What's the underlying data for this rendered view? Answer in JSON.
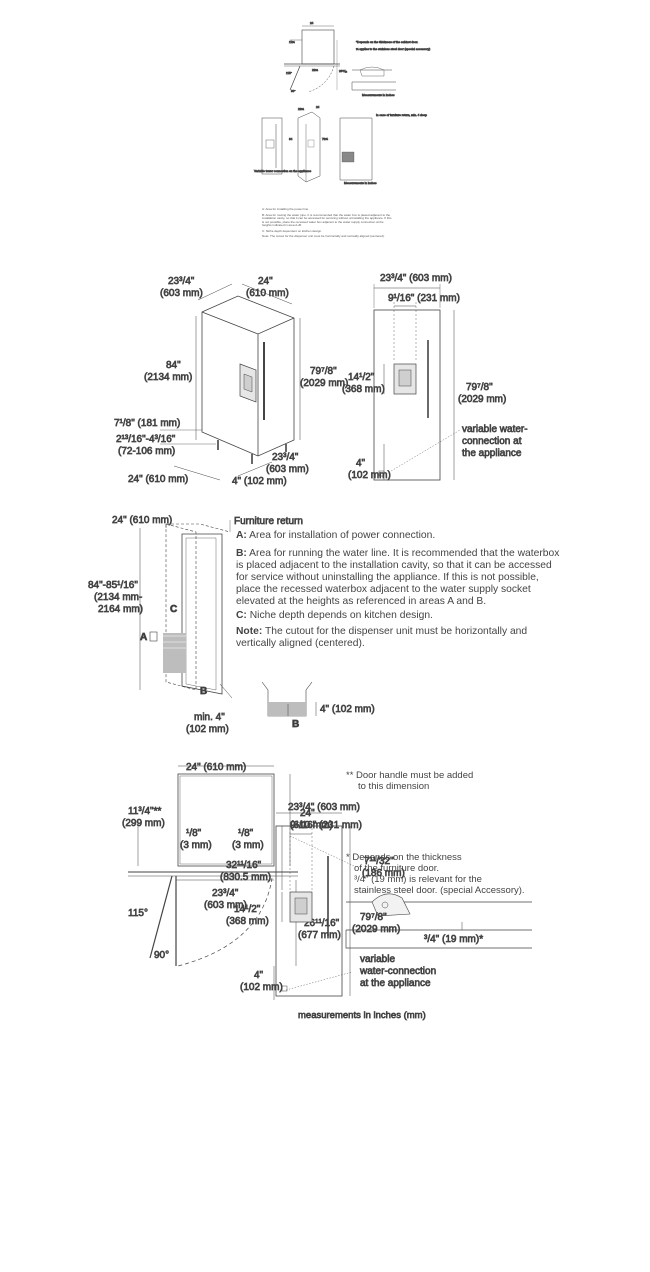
{
  "thumb_top": {
    "labels": [
      "24",
      "11¾",
      "23¾",
      "26¹¹⁄₁₆",
      "115°",
      "90°"
    ],
    "notes": [
      "*Depends on the thickness of the cabinet door.",
      "¾ applies to the stainless steel door (special accessory)",
      "Measurements in inches"
    ]
  },
  "thumb_mid": {
    "labels": [
      "23¾",
      "24",
      "84",
      "79⅞",
      "14½",
      "7⅛",
      "2¹³⁄₁₆-4³⁄₁₆",
      "4"
    ],
    "caption_left": "Variable water connection on the appliance",
    "caption_right": "Measurements in inches",
    "note_right": "In case of furniture return, min. 4 deep"
  },
  "small_notes": {
    "a": "A: Area for installing the power line.",
    "b": "B: Area for routing the water pipe. It is recommended that the water box is placed adjacent to the installation cavity, so that it can be accessed for servicing without uninstalling the appliance. If this is not possible, place the recessed water box adjacent to the water supply connection at the heights indicated in area A+B.",
    "c": "C: Niche depth dependent on kitchen design.",
    "note": "Note: The cutout for the dispenser unit must be horizontally and vertically aligned (centered)."
  },
  "fig1": {
    "depth": [
      "23³/4\"",
      "(603 mm)"
    ],
    "width": [
      "24\"",
      "(610 mm)"
    ],
    "height": [
      "84\"",
      "(2134 mm)"
    ],
    "body_height": [
      "79⁷/8\"",
      "(2029 mm)"
    ],
    "toe": "7¹/8\" (181 mm)",
    "leg": [
      "2¹³/16\"-4³/16\"",
      "(72-106 mm)"
    ],
    "bottom_width": "24\" (610 mm)",
    "bottom_depth": [
      "23³/4\"",
      "(603 mm)"
    ],
    "bottom_gap": "4\" (102 mm)"
  },
  "fig2": {
    "width": "23³/4\" (603 mm)",
    "offset": "9¹/16\" (231 mm)",
    "dispenser": [
      "14¹/2\"",
      "(368 mm)"
    ],
    "height": [
      "79⁷/8\"",
      "(2029 mm)"
    ],
    "water": [
      "variable water-",
      "connection at",
      "the appliance"
    ],
    "bottom": [
      "4\"",
      "(102 mm)"
    ]
  },
  "fig3": {
    "width": "24\" (610 mm)",
    "furniture_return": "Furniture return",
    "height": [
      "84\"-85¹/16\"",
      "(2134 mm-",
      "2164 mm)"
    ],
    "c": "C",
    "a": "A",
    "b": "B",
    "min": [
      "min. 4\"",
      "(102 mm)"
    ],
    "box_depth": "4\" (102 mm)",
    "box_b": "B"
  },
  "notes": {
    "a_label": "A:",
    "a_text": " Area for installation of power connection.",
    "b_label": "B:",
    "b_text": " Area for running the water line. It is recommended that the waterbox is placed adjacent to the installation cavity, so that it can be accessed for service without uninstalling the appliance. If this is not possible, place the recessed waterbox adjacent to the water supply socket elevated at the heights as referenced in areas A and B.",
    "c_label": "C:",
    "c_text": " Niche depth depends on kitchen design.",
    "note_label": "Note:",
    "note_text": " The cutout for the dispenser unit must be horizontally and vertically aligned (centered)."
  },
  "fig4": {
    "width": "24\" (610 mm)",
    "handle": [
      "11³/4\"**",
      "(299 mm)"
    ],
    "gap_left": [
      "¹/8\"",
      "(3 mm)"
    ],
    "gap_right": [
      "¹/8\"",
      "(3 mm)"
    ],
    "depth": [
      "24\"",
      "(610 mm)"
    ],
    "door": [
      "23³/4\"",
      "(603 mm)"
    ],
    "swing": [
      "26¹¹/16\"",
      "(677 mm)"
    ],
    "angle_open": "115°",
    "angle_90": "90°",
    "handle_note": [
      "** Door handle must be added",
      "to this dimension"
    ],
    "thickness_note": [
      "* Depends on the thickness",
      "of the furniture door.",
      "³/4\" (19 mm) is relevant for the",
      "stainless steel door. (special Accessory)."
    ],
    "door_thickness": "³/4\" (19 mm)*"
  },
  "fig5": {
    "width": "23³/4\" (603 mm)",
    "offset": "9¹/16\" (231 mm)",
    "top": [
      "32¹¹/16\"",
      "(830.5 mm)"
    ],
    "handle_offset": [
      "7¹¹/32\"",
      "(186 mm)"
    ],
    "dispenser": [
      "14¹/2\"",
      "(368 mm)"
    ],
    "height": [
      "79⁷/8\"",
      "(2029 mm)"
    ],
    "bottom": [
      "4\"",
      "(102 mm)"
    ],
    "water": [
      "variable",
      "water-connection",
      "at the appliance"
    ],
    "caption": "measurements in inches (mm)"
  }
}
